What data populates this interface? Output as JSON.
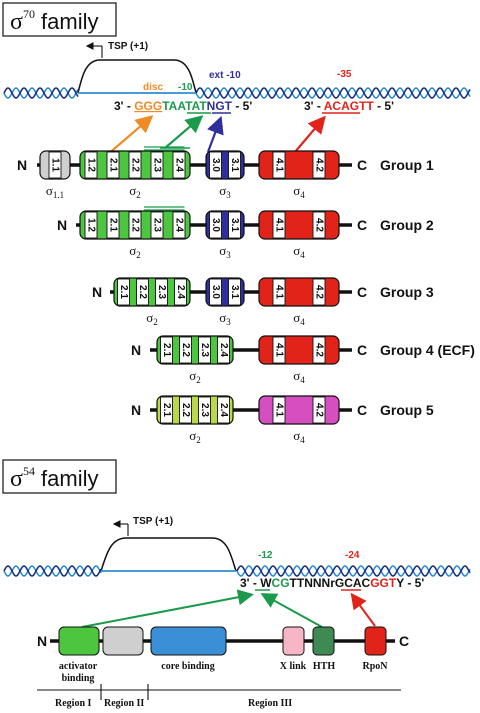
{
  "sigma70": {
    "title_symbol": "σ",
    "title_superscript": "70",
    "title_rest": " family",
    "tsp": "TSP (+1)",
    "label_disc": "disc",
    "label_m10": "-10",
    "label_ext": "ext -10",
    "label_m35": "-35",
    "seq_a_prefix": "3' - ",
    "seq_a_disc": "GGG",
    "seq_a_core": "TAATAT",
    "seq_a_ext": "NGT",
    "seq_a_suffix": " - 5'",
    "seq_b_prefix": "3' - ",
    "seq_b_core": "ACAGTT",
    "seq_b_suffix": " - 5'",
    "n_label": "N",
    "c_label": "C",
    "subregions": {
      "r11": "1.1",
      "r12": "1.2",
      "r21": "2.1",
      "r22": "2.2",
      "r23": "2.3",
      "r24": "2.4",
      "r30": "3.0",
      "r31": "3.1",
      "r41": "4.1",
      "r42": "4.2"
    },
    "sigma_labels": {
      "s11_sub": "1.1",
      "s2_sub": "2",
      "s3_sub": "3",
      "s4_sub": "4",
      "sym": "σ"
    },
    "groups": [
      {
        "label": "Group 1"
      },
      {
        "label": "Group 2"
      },
      {
        "label": "Group 3"
      },
      {
        "label": "Group 4  (ECF)"
      },
      {
        "label": "Group 5"
      }
    ]
  },
  "sigma54": {
    "title_symbol": "σ",
    "title_superscript": "54",
    "title_rest": " family",
    "tsp": "TSP (+1)",
    "label_m12": "-12",
    "label_m24": "-24",
    "seq_prefix": "3' - W",
    "seq_cg": "CG",
    "seq_mid": "TTNNNrGCAC",
    "seq_ggt": "GGT",
    "seq_suffix": "Y - 5'",
    "n_label": "N",
    "c_label": "C",
    "domains": {
      "activator": "activator\nbinding",
      "core": "core binding",
      "xlink": "X link",
      "hth": "HTH",
      "rpon": "RpoN"
    },
    "regions": [
      "Region I",
      "Region II",
      "Region III"
    ]
  },
  "colors": {
    "green": "#4cc63f",
    "blue": "#2f2f9e",
    "red": "#e2231a",
    "gray": "#cfcfcf",
    "lime": "#b9d94a",
    "magenta": "#d64fc0",
    "orange": "#f08a24",
    "teal": "#1a9a4a",
    "sky": "#3a8fd6",
    "pink": "#f6b6c6",
    "olive": "#3f8a52"
  }
}
